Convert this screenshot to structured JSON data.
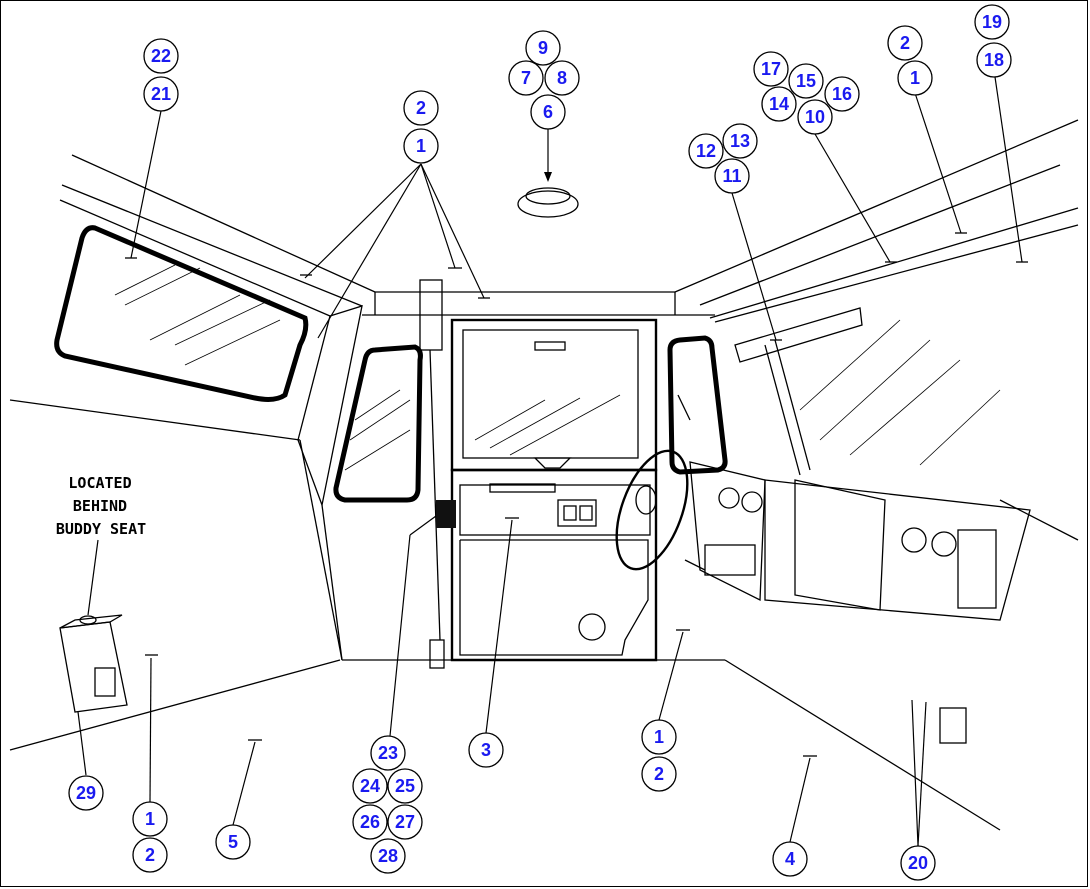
{
  "note": {
    "lines": [
      "LOCATED",
      "BEHIND",
      "BUDDY SEAT"
    ]
  },
  "callouts": [
    {
      "id": "c22",
      "label": "22"
    },
    {
      "id": "c21",
      "label": "21"
    },
    {
      "id": "c9",
      "label": "9"
    },
    {
      "id": "c7",
      "label": "7"
    },
    {
      "id": "c8",
      "label": "8"
    },
    {
      "id": "c6",
      "label": "6"
    },
    {
      "id": "c2a",
      "label": "2"
    },
    {
      "id": "c1a",
      "label": "1"
    },
    {
      "id": "c17",
      "label": "17"
    },
    {
      "id": "c15",
      "label": "15"
    },
    {
      "id": "c16",
      "label": "16"
    },
    {
      "id": "c14",
      "label": "14"
    },
    {
      "id": "c10",
      "label": "10"
    },
    {
      "id": "c12",
      "label": "12"
    },
    {
      "id": "c13",
      "label": "13"
    },
    {
      "id": "c11",
      "label": "11"
    },
    {
      "id": "c2b",
      "label": "2"
    },
    {
      "id": "c1b",
      "label": "1"
    },
    {
      "id": "c19",
      "label": "19"
    },
    {
      "id": "c18",
      "label": "18"
    },
    {
      "id": "c29",
      "label": "29"
    },
    {
      "id": "c1c",
      "label": "1"
    },
    {
      "id": "c2c",
      "label": "2"
    },
    {
      "id": "c5",
      "label": "5"
    },
    {
      "id": "c23",
      "label": "23"
    },
    {
      "id": "c24",
      "label": "24"
    },
    {
      "id": "c25",
      "label": "25"
    },
    {
      "id": "c26",
      "label": "26"
    },
    {
      "id": "c27",
      "label": "27"
    },
    {
      "id": "c28",
      "label": "28"
    },
    {
      "id": "c3",
      "label": "3"
    },
    {
      "id": "c1d",
      "label": "1"
    },
    {
      "id": "c2d",
      "label": "2"
    },
    {
      "id": "c4",
      "label": "4"
    },
    {
      "id": "c20",
      "label": "20"
    }
  ]
}
